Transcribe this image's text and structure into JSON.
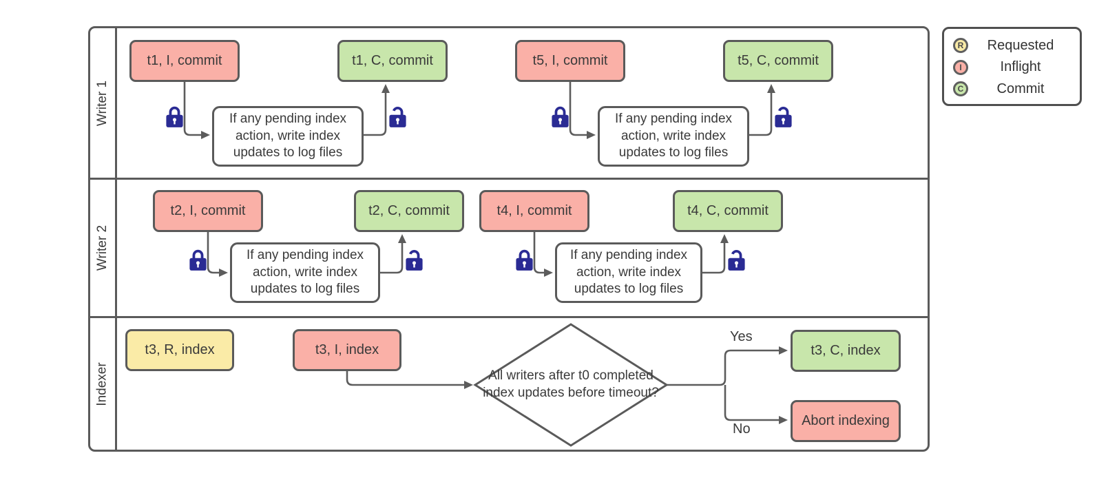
{
  "lanes": [
    {
      "label": "Writer 1"
    },
    {
      "label": "Writer 2"
    },
    {
      "label": "Indexer"
    }
  ],
  "nodes": {
    "t1_i": "t1, I, commit",
    "t1_c": "t1, C, commit",
    "t5_i": "t5, I, commit",
    "t5_c": "t5, C, commit",
    "t2_i": "t2, I, commit",
    "t2_c": "t2, C, commit",
    "t4_i": "t4, I, commit",
    "t4_c": "t4, C, commit",
    "t3_r": "t3, R, index",
    "t3_i": "t3, I, index",
    "t3_c": "t3, C, index",
    "abort": "Abort indexing"
  },
  "process_note": "If any pending index action, write index updates to log files",
  "decision": "All writers after t0 completed index updates before timeout?",
  "branch_labels": {
    "yes": "Yes",
    "no": "No"
  },
  "legend": {
    "items": [
      {
        "symbol": "R",
        "label": "Requested",
        "color": "#FAEBA7"
      },
      {
        "symbol": "I",
        "label": "Inflight",
        "color": "#FAB0A7"
      },
      {
        "symbol": "C",
        "label": "Commit",
        "color": "#C8E6AB"
      }
    ]
  },
  "colors": {
    "requested_fill": "#FAEBA7",
    "inflight_fill": "#FAB0A7",
    "commit_fill": "#C8E6AB",
    "shape_border": "#5A5A5A",
    "connector": "#5C5C5C",
    "lock": "#2A2B94",
    "text": "#3A3A3A"
  }
}
